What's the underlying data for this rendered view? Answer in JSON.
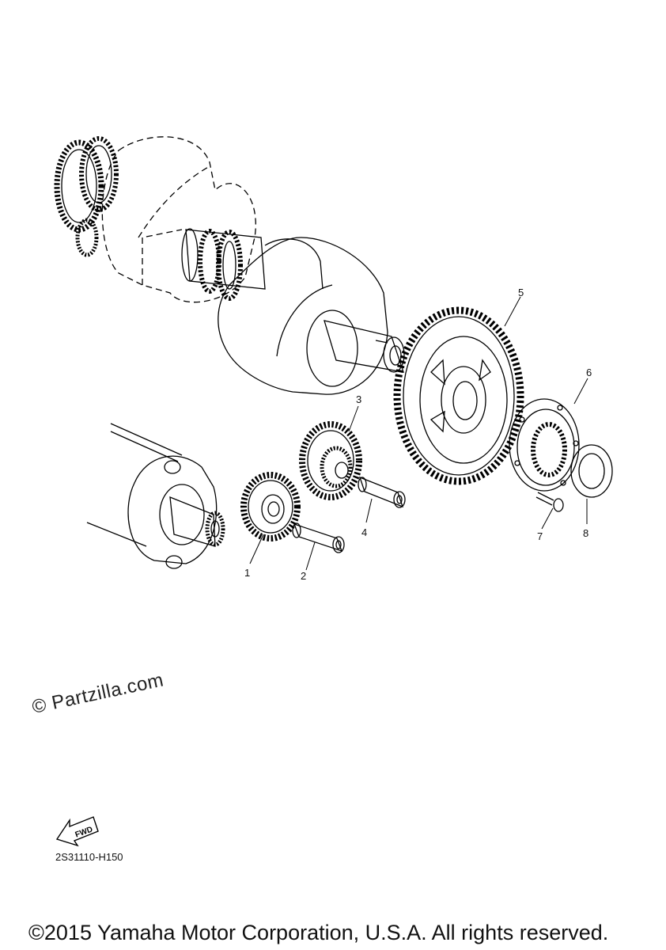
{
  "callouts": [
    "1",
    "2",
    "3",
    "4",
    "5",
    "6",
    "7",
    "8"
  ],
  "watermark": "© Partzilla.com",
  "fwd_label": "FWD",
  "diagram_code": "2S31110-H150",
  "copyright": "©2015 Yamaha Motor Corporation, U.S.A. All rights reserved."
}
